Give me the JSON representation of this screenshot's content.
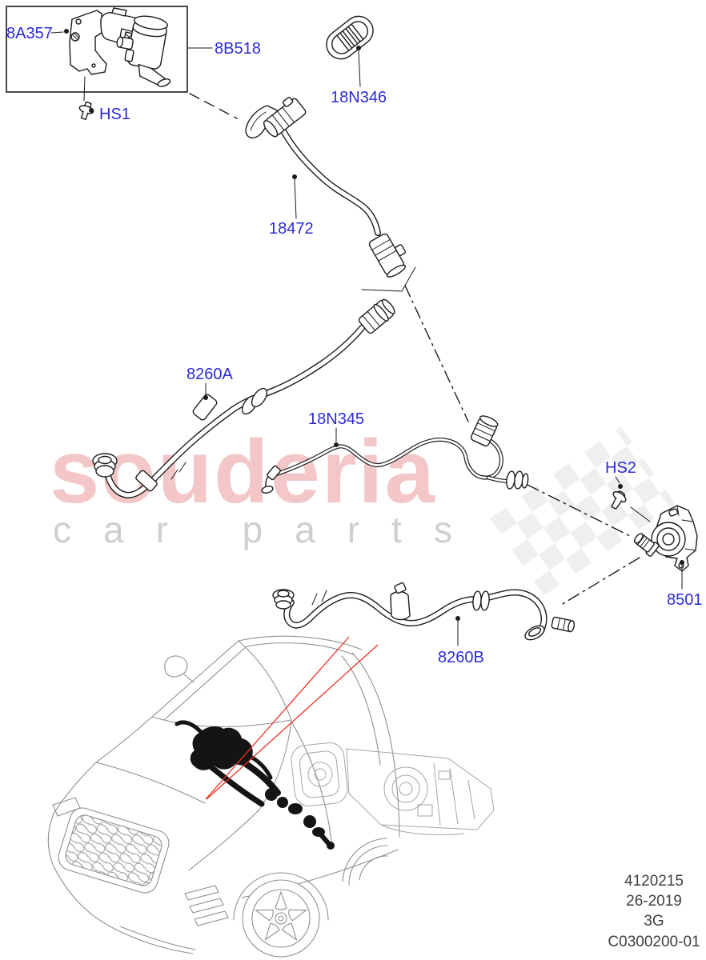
{
  "watermark": {
    "brand": "souderia",
    "tagline": "car parts",
    "brand_color": "#f3c7c7",
    "tagline_color": "#cfcfcf"
  },
  "diagram": {
    "title_hint": "heater hoses exploded view",
    "label_color": "#2b2bd6",
    "line_color": "#1b1b1b",
    "red_line_color": "#ee3124",
    "callouts": [
      {
        "id": "8A357"
      },
      {
        "id": "8B518"
      },
      {
        "id": "HS1"
      },
      {
        "id": "18N346"
      },
      {
        "id": "18472"
      },
      {
        "id": "8260A"
      },
      {
        "id": "18N345"
      },
      {
        "id": "HS2"
      },
      {
        "id": "8501"
      },
      {
        "id": "8260B"
      }
    ]
  },
  "footer": {
    "part_number": "4120215",
    "date_code": "26-2019",
    "revision": "3G",
    "drawing_code": "C0300200-01",
    "color": "#404040"
  }
}
